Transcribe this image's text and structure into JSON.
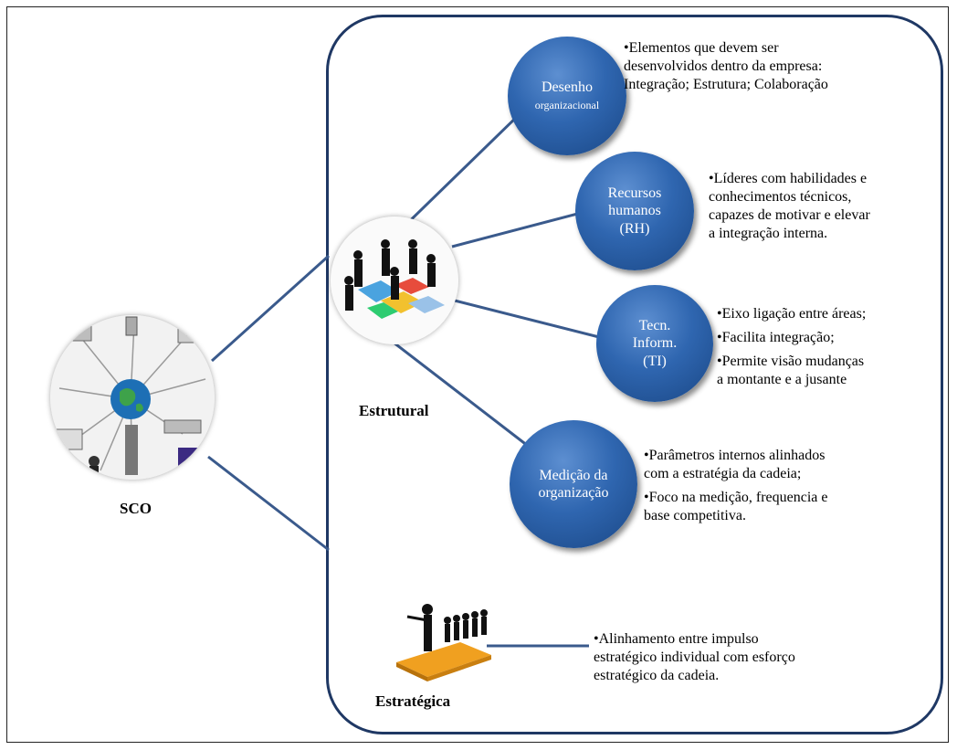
{
  "sco": {
    "label": "SCO",
    "icon": "network-globe-icon"
  },
  "structural": {
    "label": "Estrutural",
    "icon": "business-people-puzzle-icon"
  },
  "strategic": {
    "label": "Estratégica",
    "icon": "leader-figures-icon",
    "desc": [
      "•Alinhamento  entre impulso",
      " estratégico individual com esforço",
      " estratégico  da cadeia."
    ]
  },
  "bubbles": [
    {
      "line1": "Desenho",
      "line2": "organizacional",
      "line3": "",
      "desc": [
        "•Elementos  que devem ser",
        " desenvolvidos  dentro da empresa:",
        " Integração;  Estrutura;  Colaboração"
      ]
    },
    {
      "line1": "Recursos",
      "line2": "humanos",
      "line3": "(RH)",
      "desc": [
        "•Líderes com habilidades  e",
        " conhecimentos  técnicos,",
        " capazes de motivar  e  elevar",
        " a integração  interna."
      ]
    },
    {
      "line1": "Tecn.",
      "line2": "Inform.",
      "line3": "(TI)",
      "desc": [
        "•Eixo ligação  entre áreas;",
        "•Facilita  integração;",
        "•Permite visão mudanças",
        "  a montante  e a jusante"
      ]
    },
    {
      "line1": "Medição da",
      "line2": "organização",
      "line3": "",
      "desc": [
        "•Parâmetros internos  alinhados",
        " com a estratégia  da cadeia;",
        "•Foco na medição,  frequencia  e",
        " base competitiva."
      ]
    }
  ],
  "colors": {
    "bubble": "#2f66b0",
    "connector": "#3a5a8c",
    "border": "#1f3864"
  }
}
